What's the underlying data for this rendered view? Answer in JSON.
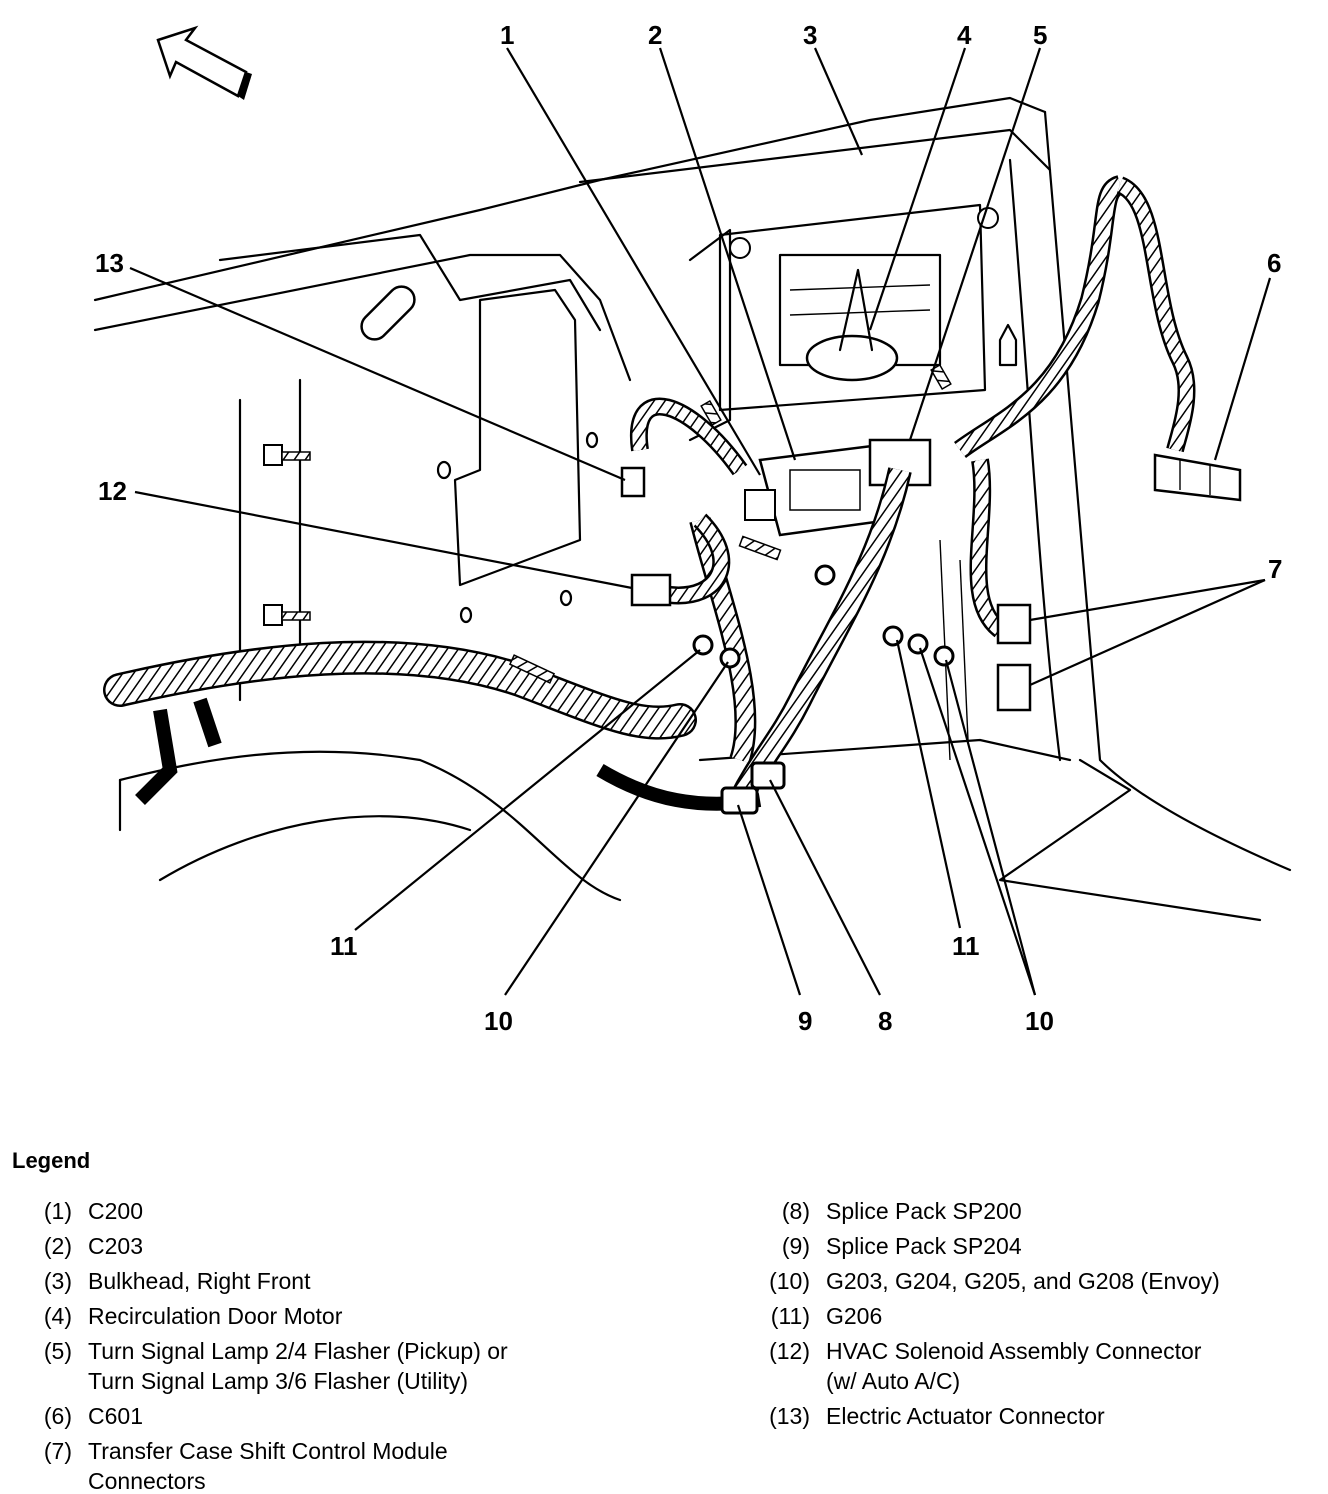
{
  "callouts": {
    "c1": "1",
    "c2": "2",
    "c3": "3",
    "c4": "4",
    "c5": "5",
    "c6": "6",
    "c7": "7",
    "c8": "8",
    "c9": "9",
    "c10a": "10",
    "c10b": "10",
    "c11a": "11",
    "c11b": "11",
    "c12": "12",
    "c13": "13"
  },
  "legend": {
    "title": "Legend",
    "left": [
      {
        "num": "(1)",
        "text": "C200"
      },
      {
        "num": "(2)",
        "text": "C203"
      },
      {
        "num": "(3)",
        "text": "Bulkhead, Right Front"
      },
      {
        "num": "(4)",
        "text": "Recirculation Door Motor"
      },
      {
        "num": "(5)",
        "text": "Turn Signal Lamp 2/4 Flasher (Pickup) or\nTurn Signal Lamp 3/6 Flasher (Utility)"
      },
      {
        "num": "(6)",
        "text": "C601"
      },
      {
        "num": "(7)",
        "text": "Transfer Case Shift Control Module\nConnectors"
      }
    ],
    "right": [
      {
        "num": "(8)",
        "text": "Splice Pack SP200"
      },
      {
        "num": "(9)",
        "text": "Splice Pack SP204"
      },
      {
        "num": "(10)",
        "text": "G203, G204, G205, and G208 (Envoy)"
      },
      {
        "num": "(11)",
        "text": "G206"
      },
      {
        "num": "(12)",
        "text": "HVAC Solenoid Assembly Connector\n(w/ Auto A/C)"
      },
      {
        "num": "(13)",
        "text": "Electric Actuator Connector"
      }
    ]
  }
}
